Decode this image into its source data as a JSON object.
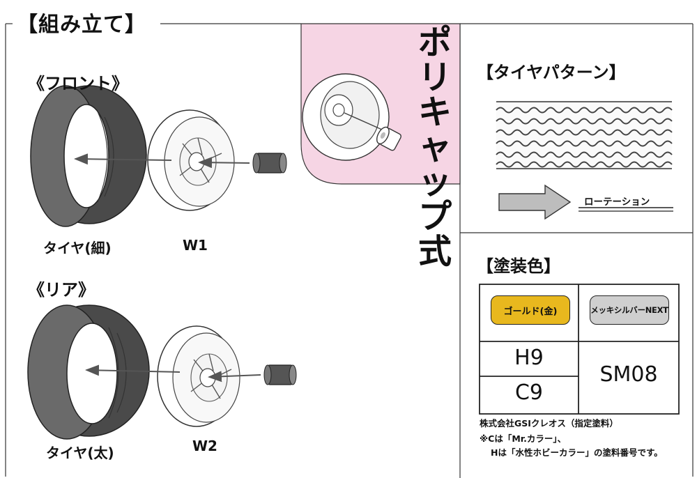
{
  "assembly": {
    "title": "【組み立て】",
    "front": {
      "heading": "《フロント》",
      "tire_label": "タイヤ(細)",
      "wheel_label": "W1"
    },
    "rear": {
      "heading": "《リア》",
      "tire_label": "タイヤ(太)",
      "wheel_label": "W2"
    }
  },
  "polycap": {
    "title": "ポリキャップ式",
    "panel_color": "#f6d5e4"
  },
  "tire_pattern": {
    "title": "【タイヤパターン】",
    "rotation_label": "ローテーション"
  },
  "paint": {
    "title": "【塗装色】",
    "colors": [
      {
        "name": "ゴールド(金)",
        "swatch": "#e8b81e",
        "codes": [
          "H9",
          "C9"
        ]
      },
      {
        "name": "メッキシルバーNEXT",
        "swatch": "#cfcfcf",
        "codes": [
          "SM08"
        ]
      }
    ],
    "maker": "株式会社GSIクレオス（指定塗料）",
    "note_line1": "※Cは「Mr.カラー」、",
    "note_line2": "Hは「水性ホビーカラー」の塗料番号です。"
  }
}
